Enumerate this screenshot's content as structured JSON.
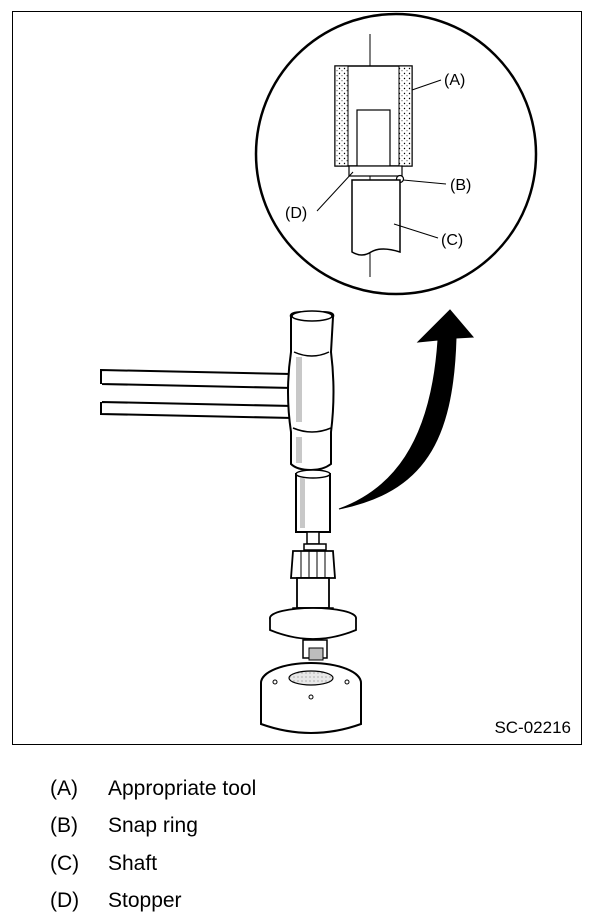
{
  "figure": {
    "code": "SC-02216",
    "callouts": {
      "a": "(A)",
      "b": "(B)",
      "c": "(C)",
      "d": "(D)"
    }
  },
  "legend": [
    {
      "key": "(A)",
      "label": "Appropriate tool"
    },
    {
      "key": "(B)",
      "label": "Snap ring"
    },
    {
      "key": "(C)",
      "label": "Shaft"
    },
    {
      "key": "(D)",
      "label": "Stopper"
    }
  ]
}
